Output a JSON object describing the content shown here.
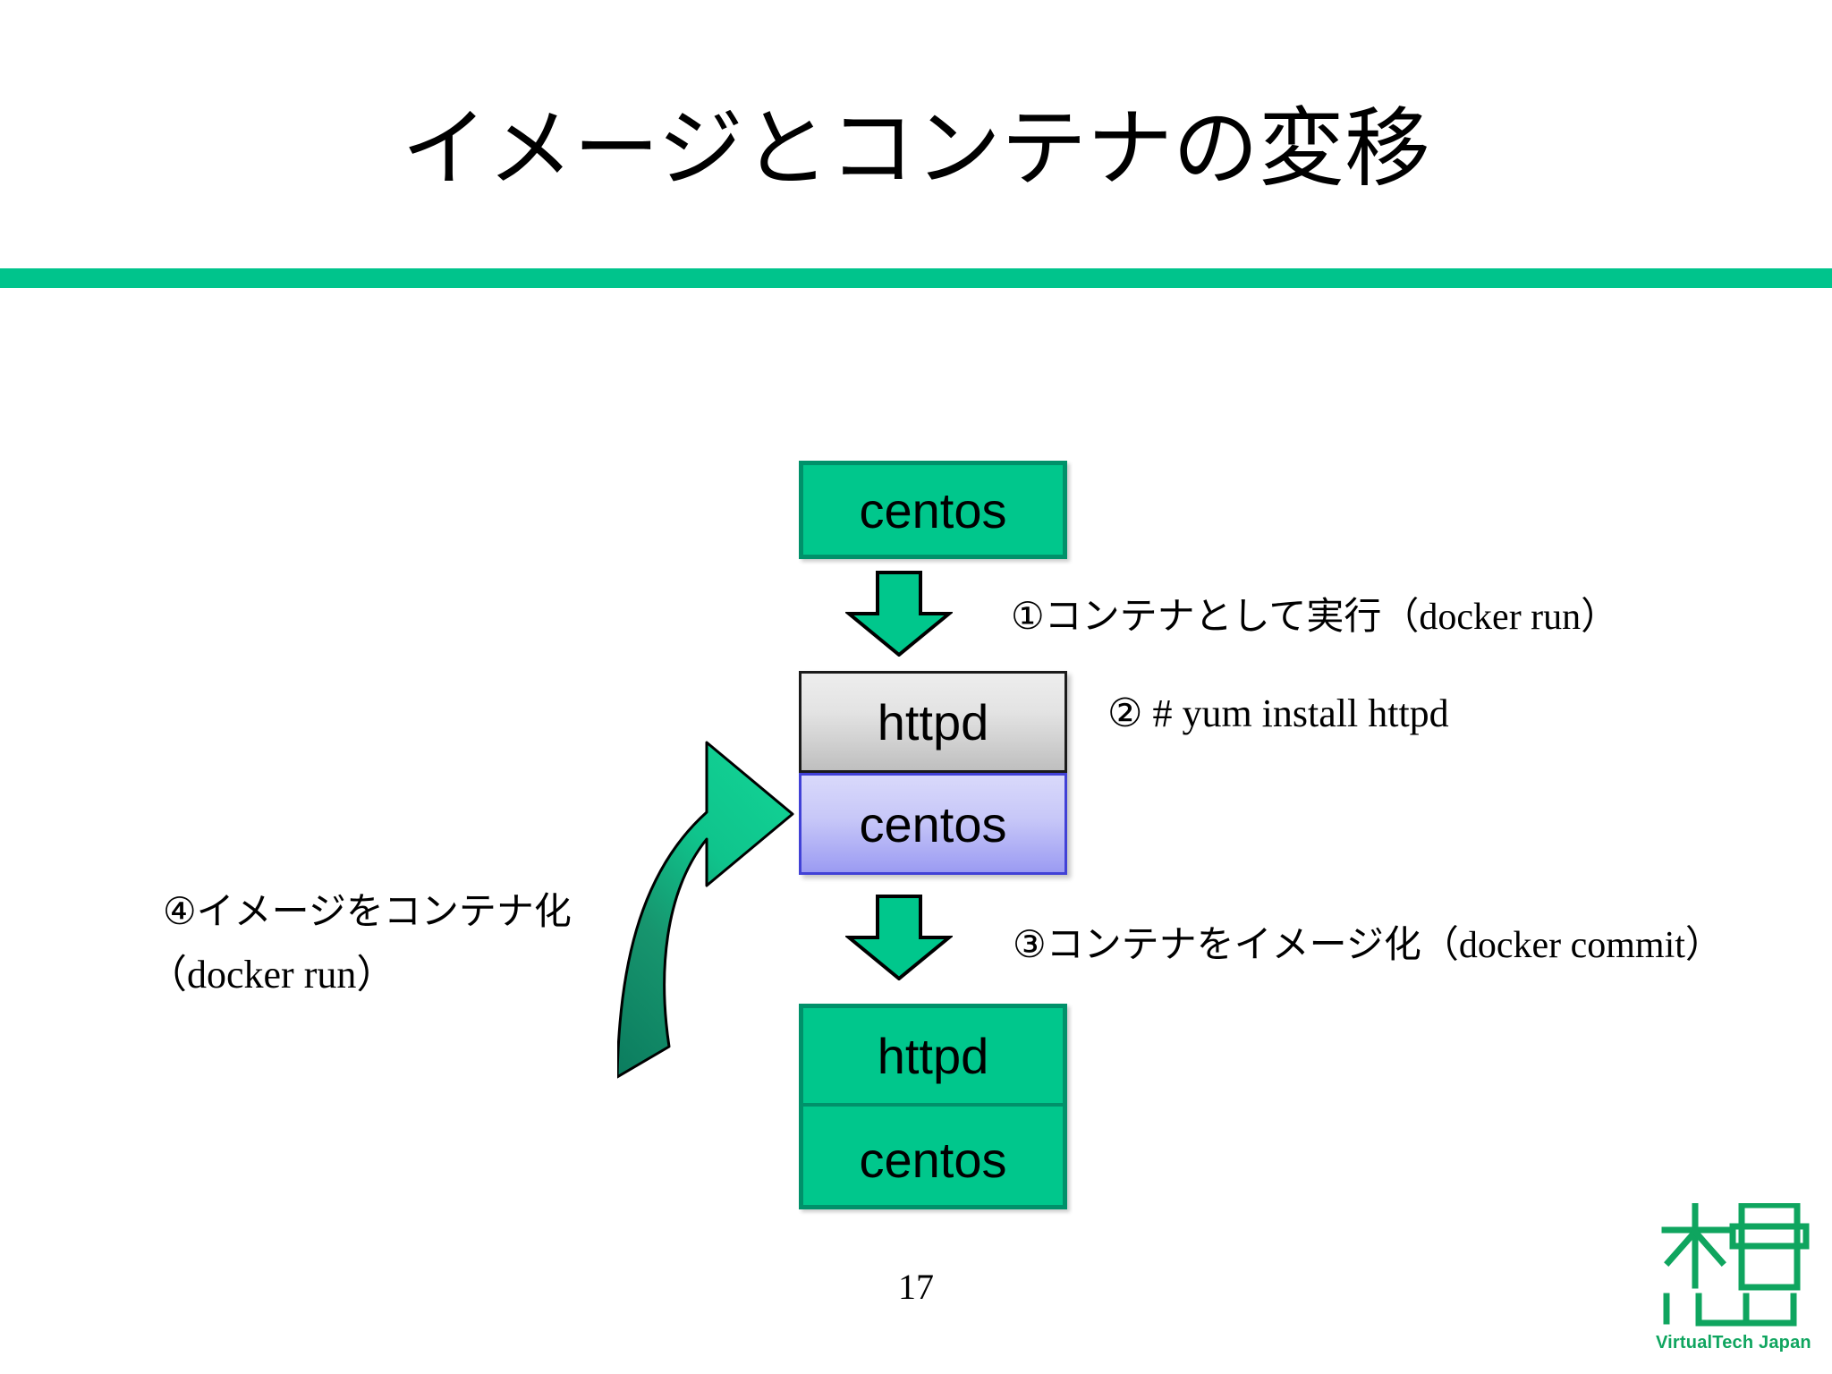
{
  "slide": {
    "title": "イメージとコンテナの変移",
    "page_number": "17",
    "accent_color": "#00C48C",
    "green_box_fill": "#00C78C",
    "green_box_border": "#00916A",
    "gray_box_fill": "#E3E3E3",
    "blue_box_fill": "#C7C7F8",
    "blue_box_border": "#4141D6"
  },
  "diagram": {
    "image_top": {
      "label": "centos",
      "kind": "image",
      "fill": "green"
    },
    "container_middle": {
      "layers": [
        {
          "label": "httpd",
          "fill": "gray"
        },
        {
          "label": "centos",
          "fill": "blue"
        }
      ]
    },
    "image_bottom": {
      "layers": [
        {
          "label": "httpd",
          "fill": "green"
        },
        {
          "label": "centos",
          "fill": "green"
        }
      ]
    },
    "arrows": [
      {
        "id": "arrow-1",
        "direction": "down",
        "from": "image_top",
        "to": "container_middle"
      },
      {
        "id": "arrow-3",
        "direction": "down",
        "from": "container_middle",
        "to": "image_bottom"
      },
      {
        "id": "arrow-4",
        "direction": "curved-up",
        "from": "image_bottom",
        "to": "container_middle"
      }
    ]
  },
  "annotations": {
    "step1": "①コンテナとして実行（docker run）",
    "step1_jp": "①コンテナとして実行",
    "step1_cmd": "（docker run）",
    "step2_marker": "②",
    "step2_cmd": "# yum install httpd",
    "step2": "② # yum install httpd",
    "step3_jp": "③コンテナをイメージ化",
    "step3_cmd": "（docker commit）",
    "step3": "③コンテナをイメージ化（docker commit）",
    "step4_jp": "④イメージをコンテナ化",
    "step4_cmd": "（docker run）"
  },
  "logo": {
    "brand": "VirtualTech Japan",
    "color": "#0FA55F"
  }
}
